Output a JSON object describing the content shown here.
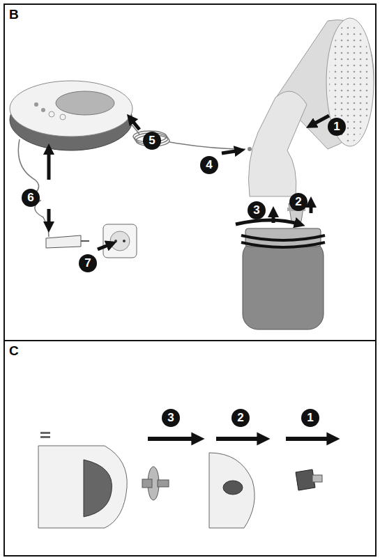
{
  "diagram": {
    "nodes": [
      {
        "text": [
          "B"
        ]
      },
      {
        "text": [
          "C"
        ]
      }
    ],
    "labels": [
      "1",
      "2",
      "3",
      "4",
      "5",
      "6",
      "7",
      "3",
      "2",
      "1"
    ]
  }
}
